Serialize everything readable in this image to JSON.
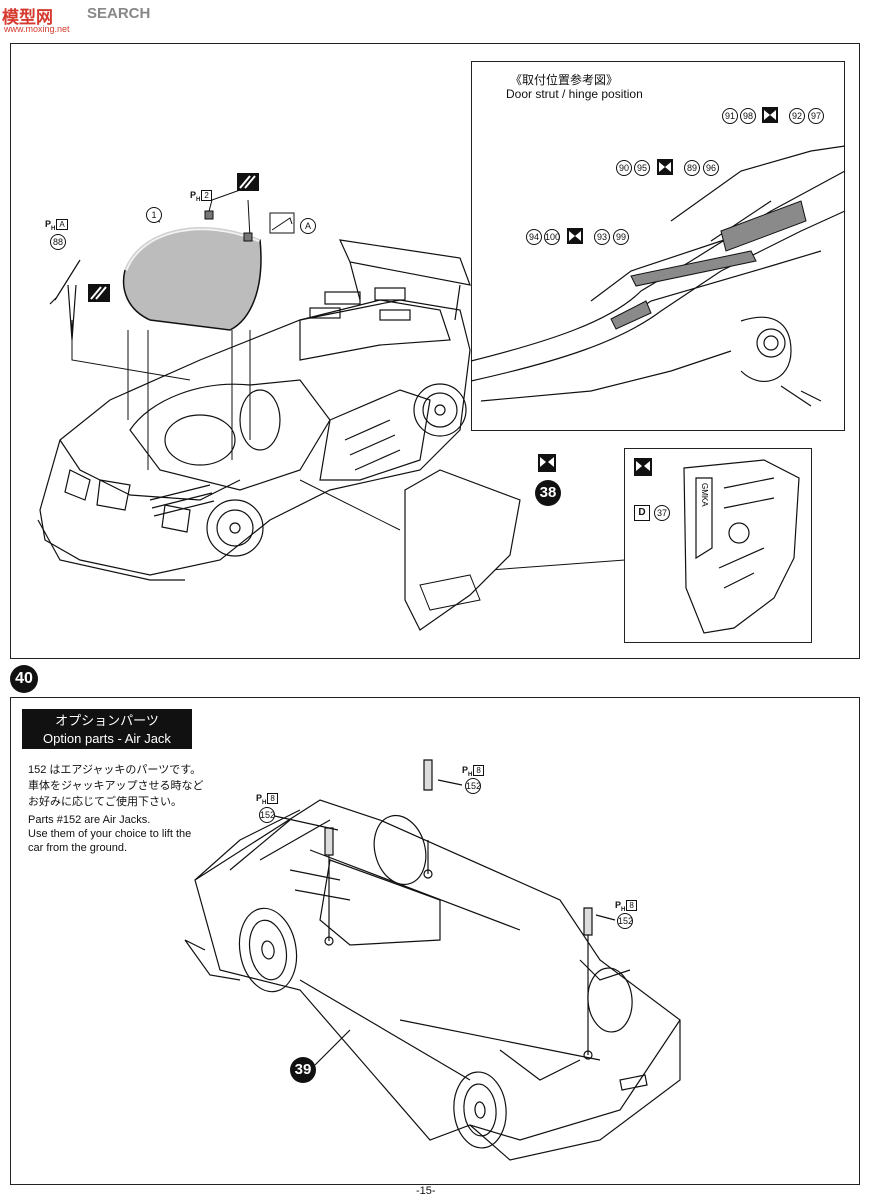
{
  "header": {
    "logo_text": "模型网",
    "search_label": "SEARCH",
    "site_url": "www.moxing.net"
  },
  "top_panel": {
    "inset_title_jp": "《取付位置参考図》",
    "inset_title_en": "Door strut / hinge position",
    "inset_parts": {
      "row1": [
        "91",
        "98",
        "92",
        "97"
      ],
      "row2": [
        "90",
        "95",
        "89",
        "96"
      ],
      "row3": [
        "94",
        "100",
        "93",
        "99"
      ]
    },
    "part_1": "1",
    "part_88": "88",
    "ph_a": "A",
    "ph_2": "2",
    "marker_a": "A",
    "step_38": "38",
    "detail_part_d": "D",
    "detail_part_37": "37"
  },
  "step_40": {
    "number": "40",
    "option_title_jp": "オプションパーツ",
    "option_title_en": "Option parts - Air Jack",
    "note_jp_lines": [
      "152 はエアジャッキのパーツです。",
      "車体をジャッキアップさせる時など",
      "お好みに応じてご使用下さい。"
    ],
    "note_en_lines": [
      "Parts #152 are Air Jacks.",
      "Use them of your choice to lift the",
      "car from the ground."
    ],
    "jack_part": "152",
    "ph_8": "8",
    "step_39": "39"
  },
  "footer": {
    "page_number": "-15-"
  },
  "colors": {
    "ink": "#111111",
    "glass_fill": "#bcbcbc",
    "logo_red": "#d63a2e"
  }
}
